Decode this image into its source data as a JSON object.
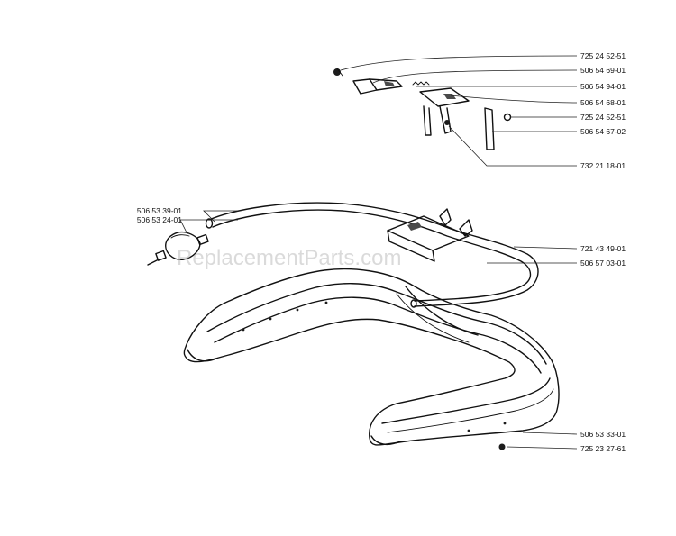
{
  "watermark": "ReplacementParts.com",
  "part_numbers": {
    "p1": "725 24 52-51",
    "p2": "506 54 69-01",
    "p3": "506 54 94-01",
    "p4": "506 54 68-01",
    "p5": "725 24 52-51",
    "p6": "506 54 67-02",
    "p7": "732 21 18-01",
    "p8": "506 53 39-01",
    "p9": "506 53 24-01",
    "p10": "721 43 49-01",
    "p11": "506 57 03-01",
    "p12": "506 53 33-01",
    "p13": "725 23 27-61"
  }
}
